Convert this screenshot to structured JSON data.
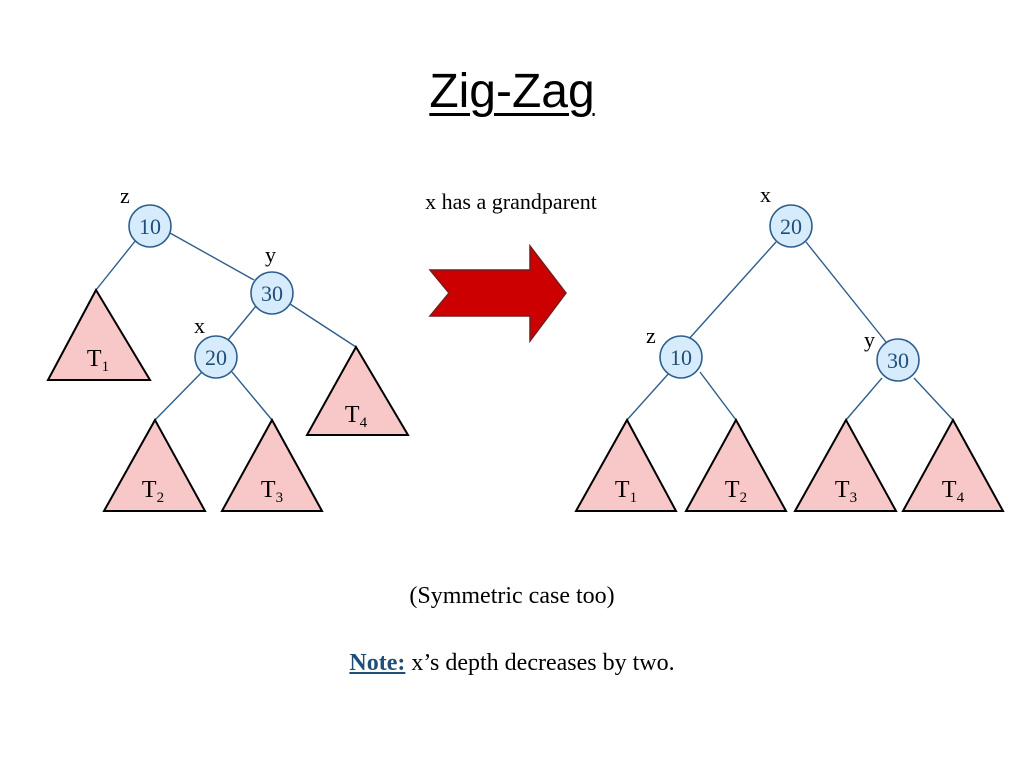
{
  "title": "Zig-Zag",
  "caption": "x has a grandparent",
  "symmetric": "(Symmetric case too)",
  "note": {
    "label": "Note:",
    "text": " x’s depth decreases by two."
  },
  "colors": {
    "node_fill": "#d6ebfb",
    "node_stroke": "#2e5e8c",
    "subtree_fill": "#f8c8c8",
    "arrow_fill": "#cc0000"
  },
  "before": {
    "nodes": [
      {
        "id": "z",
        "label": "z",
        "value": "10"
      },
      {
        "id": "y",
        "label": "y",
        "value": "30"
      },
      {
        "id": "x",
        "label": "x",
        "value": "20"
      }
    ],
    "subtrees": [
      {
        "letter": "T",
        "sub": "1"
      },
      {
        "letter": "T",
        "sub": "2"
      },
      {
        "letter": "T",
        "sub": "3"
      },
      {
        "letter": "T",
        "sub": "4"
      }
    ]
  },
  "after": {
    "nodes": [
      {
        "id": "x",
        "label": "x",
        "value": "20"
      },
      {
        "id": "z",
        "label": "z",
        "value": "10"
      },
      {
        "id": "y",
        "label": "y",
        "value": "30"
      }
    ],
    "subtrees": [
      {
        "letter": "T",
        "sub": "1"
      },
      {
        "letter": "T",
        "sub": "2"
      },
      {
        "letter": "T",
        "sub": "3"
      },
      {
        "letter": "T",
        "sub": "4"
      }
    ]
  }
}
